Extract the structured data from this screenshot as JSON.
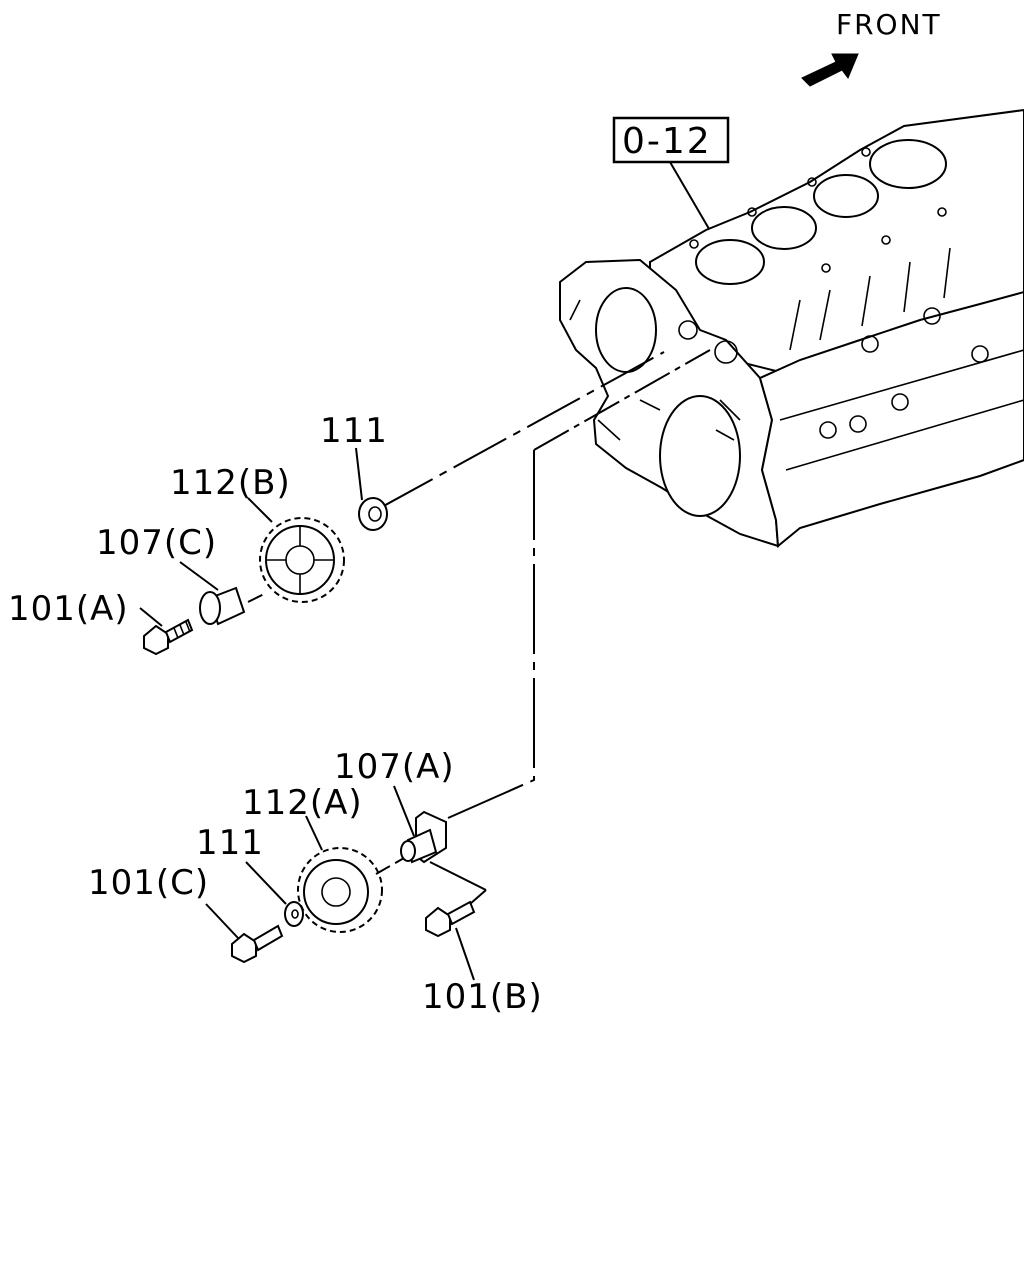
{
  "direction_label": "FRONT",
  "reference_box": "0-12",
  "callouts": {
    "washer_upper": "111",
    "gear_b": "112(B)",
    "shaft_c": "107(C)",
    "bolt_a": "101(A)",
    "shaft_a": "107(A)",
    "gear_a": "112(A)",
    "washer_lower": "111",
    "bolt_c": "101(C)",
    "bolt_b": "101(B)"
  },
  "colors": {
    "ink": "#000000",
    "paper": "#ffffff"
  },
  "icons": {
    "direction": "front-arrow-icon"
  }
}
